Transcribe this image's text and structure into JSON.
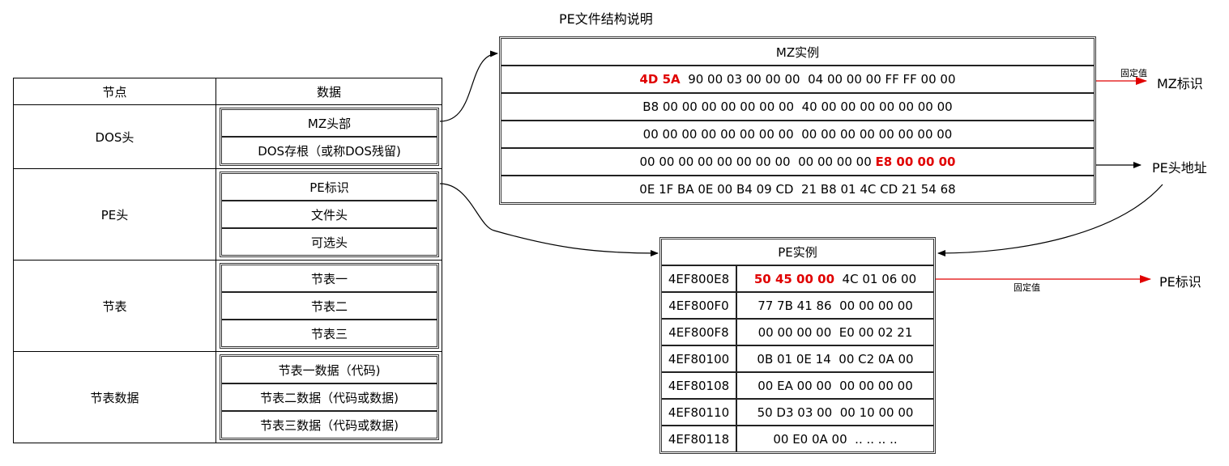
{
  "title": "PE文件结构说明",
  "structure_table": {
    "headers": [
      "节点",
      "数据"
    ],
    "rows": [
      {
        "node": "DOS头",
        "items": [
          "MZ头部",
          "DOS存根（或称DOS残留)"
        ]
      },
      {
        "node": "PE头",
        "items": [
          "PE标识",
          "文件头",
          "可选头"
        ]
      },
      {
        "node": "节表",
        "items": [
          "节表一",
          "节表二",
          "节表三"
        ]
      },
      {
        "node": "节表数据",
        "items": [
          "节表一数据（代码)",
          "节表二数据（代码或数据)",
          "节表三数据（代码或数据)"
        ]
      }
    ]
  },
  "mz_example": {
    "title": "MZ实例",
    "rows": [
      {
        "highlight": "4D 5A",
        "rest": "  90 00 03 00 00 00  04 00 00 00 FF FF 00 00",
        "highlight_pos": "start"
      },
      {
        "highlight": "",
        "rest": "B8 00 00 00 00 00 00 00  40 00 00 00 00 00 00 00",
        "highlight_pos": "none"
      },
      {
        "highlight": "",
        "rest": "00 00 00 00 00 00 00 00  00 00 00 00 00 00 00 00",
        "highlight_pos": "none"
      },
      {
        "highlight": "E8 00 00 00",
        "rest": "00 00 00 00 00 00 00 00  00 00 00 00 ",
        "highlight_pos": "end"
      },
      {
        "highlight": "",
        "rest": "0E 1F BA 0E 00 B4 09 CD  21 B8 01 4C CD 21 54 68",
        "highlight_pos": "none"
      }
    ]
  },
  "pe_example": {
    "title": "PE实例",
    "rows": [
      {
        "addr": "4EF800E8",
        "highlight": "50 45 00 00",
        "rest": "  4C 01 06 00"
      },
      {
        "addr": "4EF800F0",
        "highlight": "",
        "rest": "77 7B 41 86  00 00 00 00"
      },
      {
        "addr": "4EF800F8",
        "highlight": "",
        "rest": "00 00 00 00  E0 00 02 21"
      },
      {
        "addr": "4EF80100",
        "highlight": "",
        "rest": "0B 01 0E 14  00 C2 0A 00"
      },
      {
        "addr": "4EF80108",
        "highlight": "",
        "rest": "00 EA 00 00  00 00 00 00"
      },
      {
        "addr": "4EF80110",
        "highlight": "",
        "rest": "50 D3 03 00  00 10 00 00"
      },
      {
        "addr": "4EF80118",
        "highlight": "",
        "rest": "00 E0 0A 00  .. .. .. .."
      }
    ]
  },
  "annotations": {
    "mz_mark": "MZ标识",
    "mz_fixed": "固定值",
    "pe_addr": "PE头地址",
    "pe_mark": "PE标识",
    "pe_fixed": "固定值"
  },
  "colors": {
    "highlight": "#e00000",
    "line": "#000000"
  }
}
